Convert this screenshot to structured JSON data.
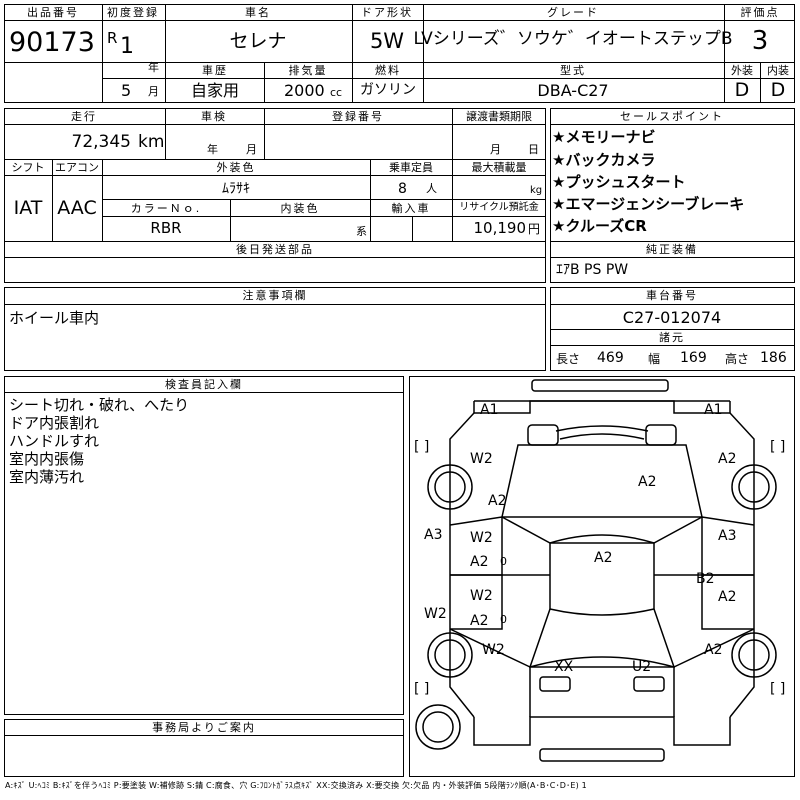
{
  "header": {
    "lot_no_label": "出品番号",
    "lot_no": "90173",
    "first_reg_label": "初度登録",
    "era": "R",
    "era_year": "1",
    "year_unit": "年",
    "month": "5",
    "month_unit": "月",
    "car_name_label": "車名",
    "car_name": "セレナ",
    "door_label": "ドア形状",
    "door": "5W",
    "grade_label": "グレード",
    "grade": "LVシリーズ゛ソウケ゛イオートステップB",
    "score_label": "評価点",
    "score": "3",
    "history_label": "車歴",
    "history": "自家用",
    "displacement_label": "排気量",
    "displacement": "2000",
    "displacement_unit": "cc",
    "fuel_label": "燃料",
    "fuel": "ガソリン",
    "model_label": "型式",
    "model": "DBA-C27",
    "ext_label": "外装",
    "ext": "D",
    "int_label": "内装",
    "int": "D"
  },
  "spec": {
    "mileage_label": "走行",
    "mileage": "72,345",
    "mileage_unit": "km",
    "inspection_label": "車検",
    "insp_year_unit": "年",
    "insp_month_unit": "月",
    "plate_label": "登録番号",
    "transfer_label": "譲渡書類期限",
    "transfer_month_unit": "月",
    "transfer_day_unit": "日",
    "shift_label": "シフト",
    "shift": "IAT",
    "ac_label": "エアコン",
    "ac": "AAC",
    "ext_color_label": "外装色",
    "ext_color": "ﾑﾗｻｷ",
    "capacity_label": "乗車定員",
    "capacity": "8",
    "capacity_unit": "人",
    "load_label": "最大積載量",
    "load_unit": "kg",
    "color_no_label": "カラーＮｏ.",
    "color_no": "RBR",
    "int_color_label": "内装色",
    "int_color_unit": "系",
    "import_label": "輸入車",
    "recycle_label": "リサイクル預託金",
    "recycle": "10,190",
    "recycle_unit": "円",
    "later_parts_label": "後日発送部品"
  },
  "sales_points": {
    "label": "セールスポイント",
    "items": [
      "★メモリーナビ",
      "★バックカメラ",
      "★プッシュスタート",
      "★エマージェンシーブレーキ",
      "★クルーズCR"
    ]
  },
  "equipment": {
    "label": "純正装備",
    "value": "ｴｱB PS PW"
  },
  "notes": {
    "label": "注意事項欄",
    "value": "ホイール車内"
  },
  "chassis": {
    "label": "車台番号",
    "value": "C27-012074",
    "dims_label": "諸元",
    "length_label": "長さ",
    "length": "469",
    "width_label": "幅",
    "width": "169",
    "height_label": "高さ",
    "height": "186"
  },
  "inspector": {
    "label": "検査員記入欄",
    "items": [
      "シート切れ・破れ、へたり",
      "ドア内張割れ",
      "ハンドルすれ",
      "室内内張傷",
      "室内薄汚れ"
    ]
  },
  "office": {
    "label": "事務局よりご案内"
  },
  "diagram": {
    "bracket": "[ ]",
    "marks": {
      "a1_fl": "A1",
      "a1_fr": "A1",
      "w2_fl": "W2",
      "a2_fr": "A2",
      "a2_hood": "A2",
      "a2_roof_l": "A2",
      "a3_left": "A3",
      "a3_right": "A3",
      "w2_fdoor": "W2",
      "a2_fdoor": "A2",
      "zero_fdoor": "0",
      "a2_roof": "A2",
      "b2_right": "B2",
      "w2_rdoor": "W2",
      "a2_rdoor": "A2",
      "zero_rdoor": "0",
      "a2_rdoor_r": "A2",
      "w2_left": "W2",
      "w2_rl": "W2",
      "a2_rr": "A2",
      "xx_rear": "XX",
      "u2_rear": "U2"
    }
  },
  "legend": "A:ｷｽﾞ U:ﾍｺﾐ B:ｷｽﾞを伴うﾍｺﾐ P:要塗装 W:補修跡 S:錆 C:腐食、穴 G:ﾌﾛﾝﾄｶﾞﾗｽ点ｷｽﾞ XX:交換済み X:要交換 欠:欠品 内・外装評価 5段階ﾗﾝｸ順(A･B･C･D･E) 1"
}
